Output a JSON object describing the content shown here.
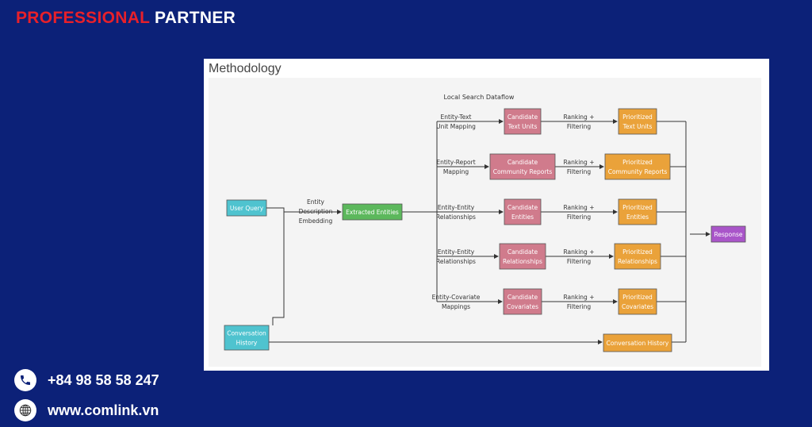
{
  "brand": {
    "part1": "PROFESSIONAL",
    "part2": "PARTNER"
  },
  "card": {
    "title": "Methodology"
  },
  "diagram": {
    "title": "Local Search Dataflow",
    "colors": {
      "input": "#4fc3cf",
      "extracted": "#5cb85c",
      "candidate": "#d07b8c",
      "prioritized": "#eaa23a",
      "response": "#a955c9"
    },
    "nodes": {
      "user_query": [
        "User Query"
      ],
      "conversation_history_in": [
        "Conversation",
        "History"
      ],
      "extracted_entities": [
        "Extracted Entities"
      ],
      "cand_text_units": [
        "Candidate",
        "Text Units"
      ],
      "cand_community_reports": [
        "Candidate",
        "Community Reports"
      ],
      "cand_entities": [
        "Candidate",
        "Entities"
      ],
      "cand_relationships": [
        "Candidate",
        "Relationships"
      ],
      "cand_covariates": [
        "Candidate",
        "Covariates"
      ],
      "prio_text_units": [
        "Prioritized",
        "Text Units"
      ],
      "prio_community_reports": [
        "Prioritized",
        "Community Reports"
      ],
      "prio_entities": [
        "Prioritized",
        "Entities"
      ],
      "prio_relationships": [
        "Prioritized",
        "Relationships"
      ],
      "prio_covariates": [
        "Prioritized",
        "Covariates"
      ],
      "conversation_history_out": [
        "Conversation History"
      ],
      "response": [
        "Response"
      ]
    },
    "edges": {
      "embedding": [
        "Entity",
        "Description",
        "Embedding"
      ],
      "text_unit_mapping": [
        "Entity-Text",
        "Unit Mapping"
      ],
      "report_mapping": [
        "Entity-Report",
        "Mapping"
      ],
      "entity_relationships_1": [
        "Entity-Entity",
        "Relationships"
      ],
      "entity_relationships_2": [
        "Entity-Entity",
        "Relationships"
      ],
      "covariate_mappings": [
        "Entity-Covariate",
        "Mappings"
      ],
      "ranking": [
        "Ranking +",
        "Filtering"
      ]
    }
  },
  "contact": {
    "phone": "+84 98 58 58 247",
    "website": "www.comlink.vn",
    "phone_icon": "phone-icon",
    "web_icon": "globe-icon"
  }
}
